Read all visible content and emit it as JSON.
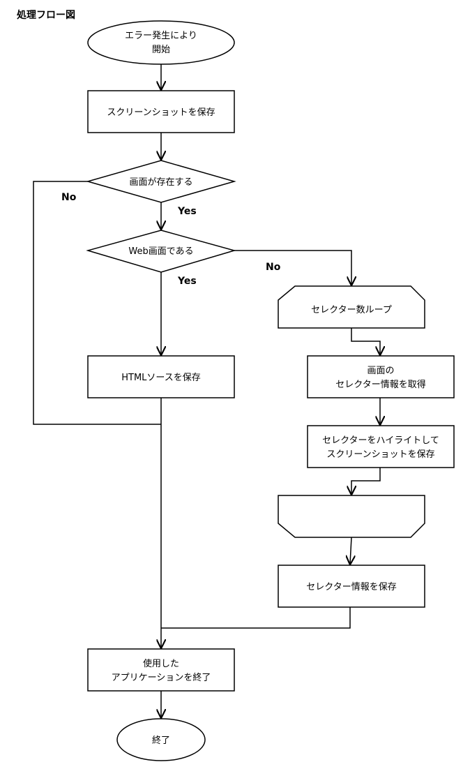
{
  "title": "処理フロー図",
  "nodes": {
    "start": {
      "line1": "エラー発生により",
      "line2": "開始"
    },
    "screenshot": {
      "label": "スクリーンショットを保存"
    },
    "screen_exists": {
      "label": "画面が存在する"
    },
    "is_web": {
      "label": "Web画面である"
    },
    "loop_start": {
      "label": "セレクター数ループ"
    },
    "get_selector": {
      "line1": "画面の",
      "line2": "セレクター情報を取得"
    },
    "highlight": {
      "line1": "セレクターをハイライトして",
      "line2": "スクリーンショットを保存"
    },
    "save_html": {
      "label": "HTMLソースを保存"
    },
    "save_selector": {
      "label": "セレクター情報を保存"
    },
    "close_app": {
      "line1": "使用した",
      "line2": "アプリケーションを終了"
    },
    "end": {
      "label": "終了"
    }
  },
  "branches": {
    "no_1": "No",
    "yes_1": "Yes",
    "no_2": "No",
    "yes_2": "Yes"
  }
}
